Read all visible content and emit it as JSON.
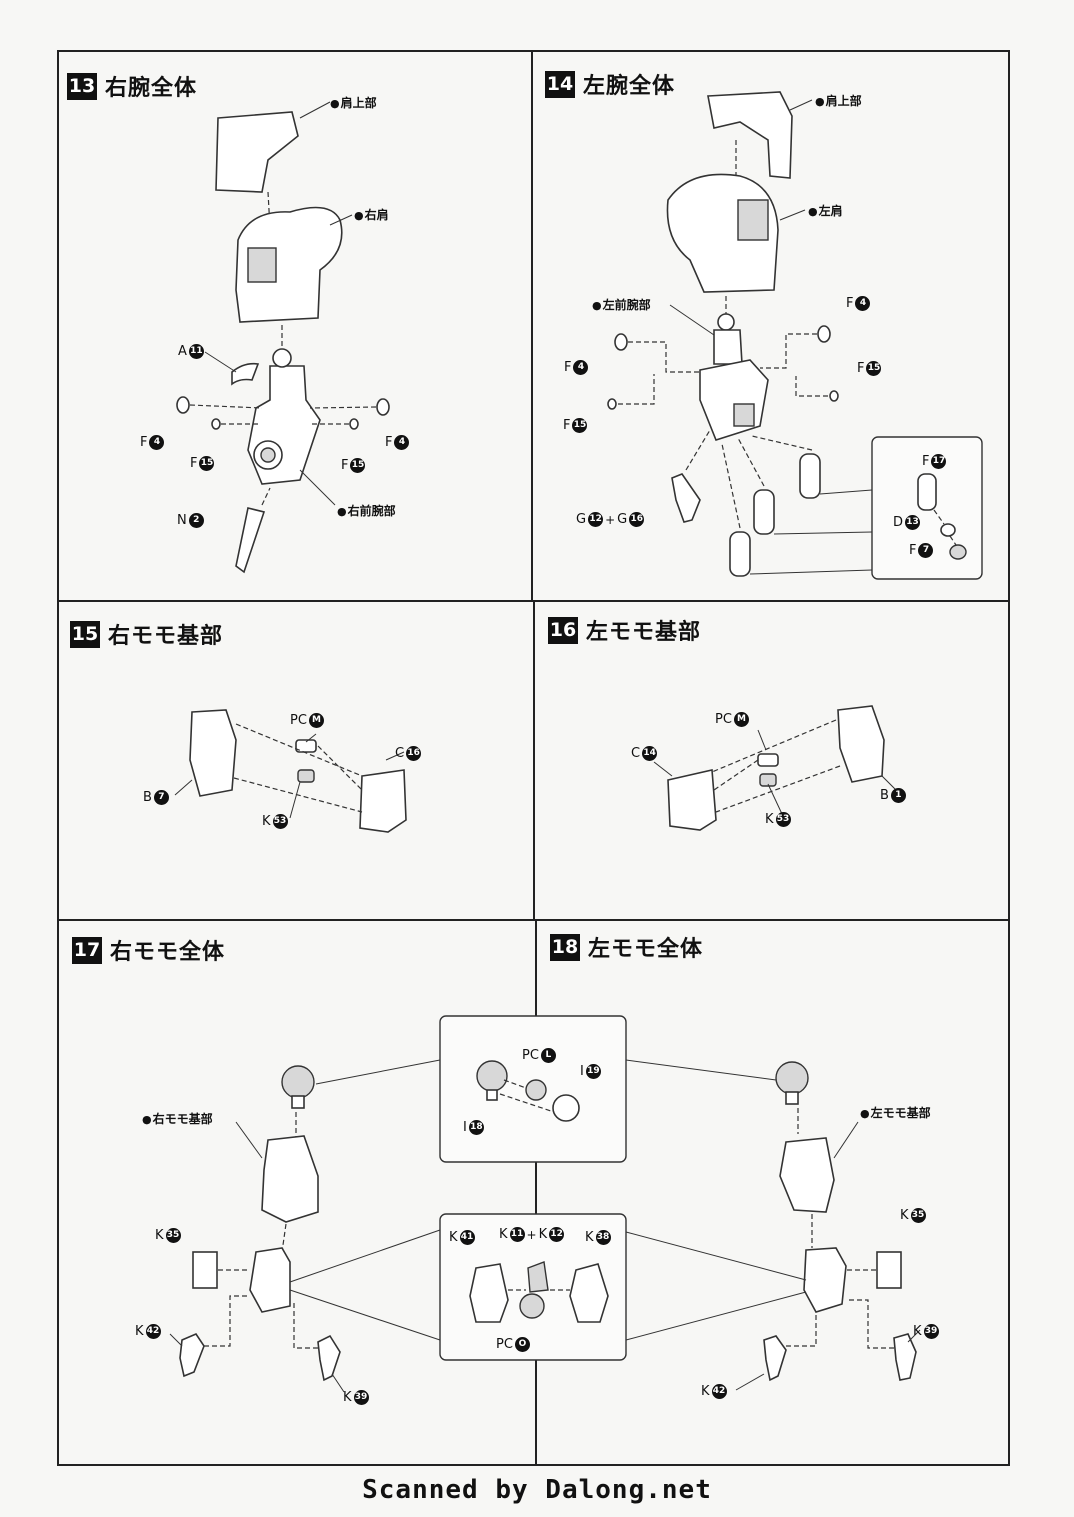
{
  "steps": [
    {
      "num": "13",
      "title": "右腕全体"
    },
    {
      "num": "14",
      "title": "左腕全体"
    },
    {
      "num": "15",
      "title": "右モモ基部"
    },
    {
      "num": "16",
      "title": "左モモ基部"
    },
    {
      "num": "17",
      "title": "右モモ全体"
    },
    {
      "num": "18",
      "title": "左モモ全体"
    }
  ],
  "step13": {
    "names": [
      "肩上部",
      "右肩",
      "右前腕部"
    ],
    "parts": [
      {
        "letter": "A",
        "num": "11"
      },
      {
        "letter": "F",
        "num": "4"
      },
      {
        "letter": "F",
        "num": "15"
      },
      {
        "letter": "F",
        "num": "15"
      },
      {
        "letter": "F",
        "num": "4"
      },
      {
        "letter": "N",
        "num": "2"
      }
    ]
  },
  "step14": {
    "names": [
      "肩上部",
      "左肩",
      "左前腕部"
    ],
    "parts": [
      {
        "letter": "F",
        "num": "4"
      },
      {
        "letter": "F",
        "num": "4"
      },
      {
        "letter": "F",
        "num": "15"
      },
      {
        "letter": "F",
        "num": "15"
      },
      {
        "letter": "G",
        "num": "12"
      },
      {
        "letter": "G",
        "num": "16"
      },
      {
        "letter": "F",
        "num": "17"
      },
      {
        "letter": "D",
        "num": "13"
      },
      {
        "letter": "F",
        "num": "7"
      }
    ]
  },
  "step15": {
    "parts": [
      {
        "letter": "PC",
        "num": "M"
      },
      {
        "letter": "C",
        "num": "16"
      },
      {
        "letter": "B",
        "num": "7"
      },
      {
        "letter": "K",
        "num": "53"
      }
    ]
  },
  "step16": {
    "parts": [
      {
        "letter": "PC",
        "num": "M"
      },
      {
        "letter": "C",
        "num": "14"
      },
      {
        "letter": "B",
        "num": "1"
      },
      {
        "letter": "K",
        "num": "53"
      }
    ]
  },
  "step17": {
    "names": [
      "右モモ基部"
    ],
    "parts": [
      {
        "letter": "K",
        "num": "35"
      },
      {
        "letter": "K",
        "num": "42"
      },
      {
        "letter": "K",
        "num": "39"
      }
    ]
  },
  "step18": {
    "names": [
      "左モモ基部"
    ],
    "parts": [
      {
        "letter": "K",
        "num": "35"
      },
      {
        "letter": "K",
        "num": "39"
      },
      {
        "letter": "K",
        "num": "42"
      }
    ]
  },
  "inset_top": {
    "parts": [
      {
        "letter": "PC",
        "num": "L"
      },
      {
        "letter": "I",
        "num": "19"
      },
      {
        "letter": "I",
        "num": "18"
      }
    ]
  },
  "inset_bottom": {
    "parts": [
      {
        "letter": "K",
        "num": "41"
      },
      {
        "letter": "K",
        "num": "11"
      },
      {
        "letter": "K",
        "num": "12"
      },
      {
        "letter": "K",
        "num": "38"
      },
      {
        "letter": "PC",
        "num": "O"
      }
    ],
    "plus": "+"
  },
  "plus_sign": "+",
  "footer": "Scanned by Dalong.net"
}
